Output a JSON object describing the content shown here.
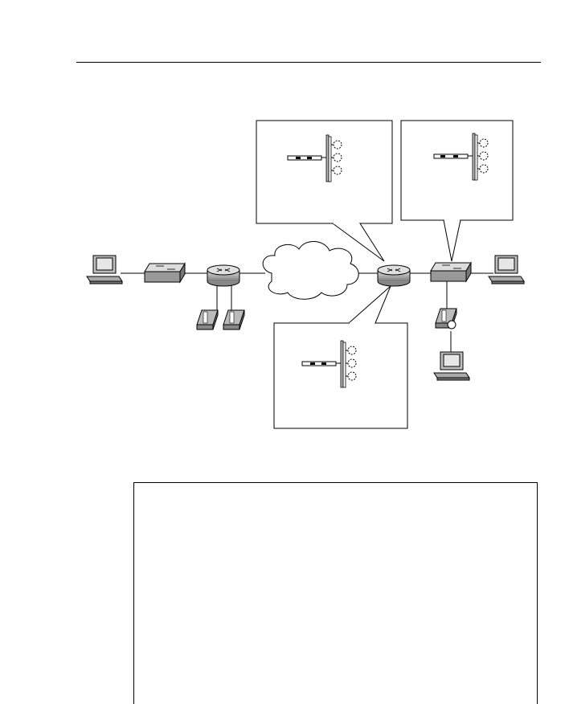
{
  "page": {
    "background": "#ffffff",
    "line_color": "#000000",
    "device_fill": "#c8c8c8",
    "device_dark": "#8a8a8a"
  },
  "diagram": {
    "nodes": [
      {
        "id": "pc-left",
        "kind": "pc-icon"
      },
      {
        "id": "switch-left",
        "kind": "switch-icon"
      },
      {
        "id": "router-left",
        "kind": "router-icon"
      },
      {
        "id": "phone-left-1",
        "kind": "ip-phone-icon"
      },
      {
        "id": "phone-left-2",
        "kind": "ip-phone-icon"
      },
      {
        "id": "wan-cloud",
        "kind": "cloud-icon"
      },
      {
        "id": "router-right",
        "kind": "router-icon"
      },
      {
        "id": "switch-right",
        "kind": "switch-icon"
      },
      {
        "id": "pc-right",
        "kind": "pc-icon"
      },
      {
        "id": "phone-right",
        "kind": "ip-phone-icon"
      },
      {
        "id": "pc-bottom",
        "kind": "pc-icon"
      }
    ],
    "callouts": [
      {
        "id": "router-out-queues",
        "kind": "queue-diagram-icon",
        "queues": 3
      },
      {
        "id": "switch-out-queues",
        "kind": "queue-diagram-icon",
        "queues": 3
      },
      {
        "id": "router-in-queues",
        "kind": "queue-diagram-icon",
        "queues": 3
      }
    ]
  }
}
